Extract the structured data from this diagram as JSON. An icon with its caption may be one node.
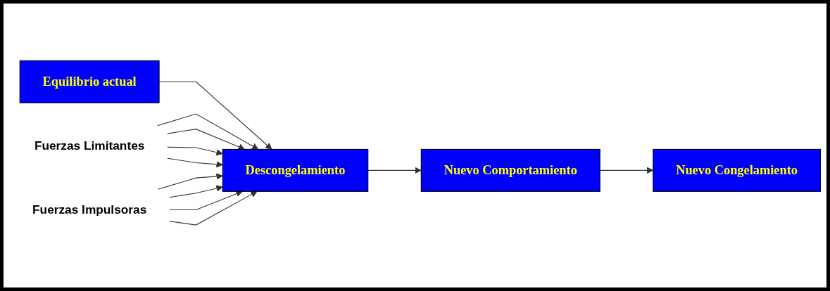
{
  "diagram": {
    "nodes": [
      {
        "text": [
          "Equilibrio actual"
        ]
      },
      {
        "text": [
          "Descongelamiento"
        ]
      },
      {
        "text": [
          "Nuevo Comportamiento"
        ]
      },
      {
        "text": [
          "Nuevo Congelamiento"
        ]
      },
      {
        "text": [
          "Fuerzas Limitantes"
        ]
      },
      {
        "text": [
          "Fuerzas Impulsoras"
        ]
      }
    ],
    "edges": [
      {
        "from": 0,
        "to": 1,
        "arrow": "to"
      },
      {
        "from": 1,
        "to": 2,
        "arrow": "to"
      },
      {
        "from": 2,
        "to": 3,
        "arrow": "to"
      },
      {
        "from": 4,
        "to": 1,
        "arrow": "to"
      },
      {
        "from": 4,
        "to": 1,
        "arrow": "to"
      },
      {
        "from": 4,
        "to": 1,
        "arrow": "to"
      },
      {
        "from": 4,
        "to": 1,
        "arrow": "to"
      },
      {
        "from": 5,
        "to": 1,
        "arrow": "to"
      },
      {
        "from": 5,
        "to": 1,
        "arrow": "to"
      },
      {
        "from": 5,
        "to": 1,
        "arrow": "to"
      },
      {
        "from": 5,
        "to": 1,
        "arrow": "to"
      }
    ]
  }
}
